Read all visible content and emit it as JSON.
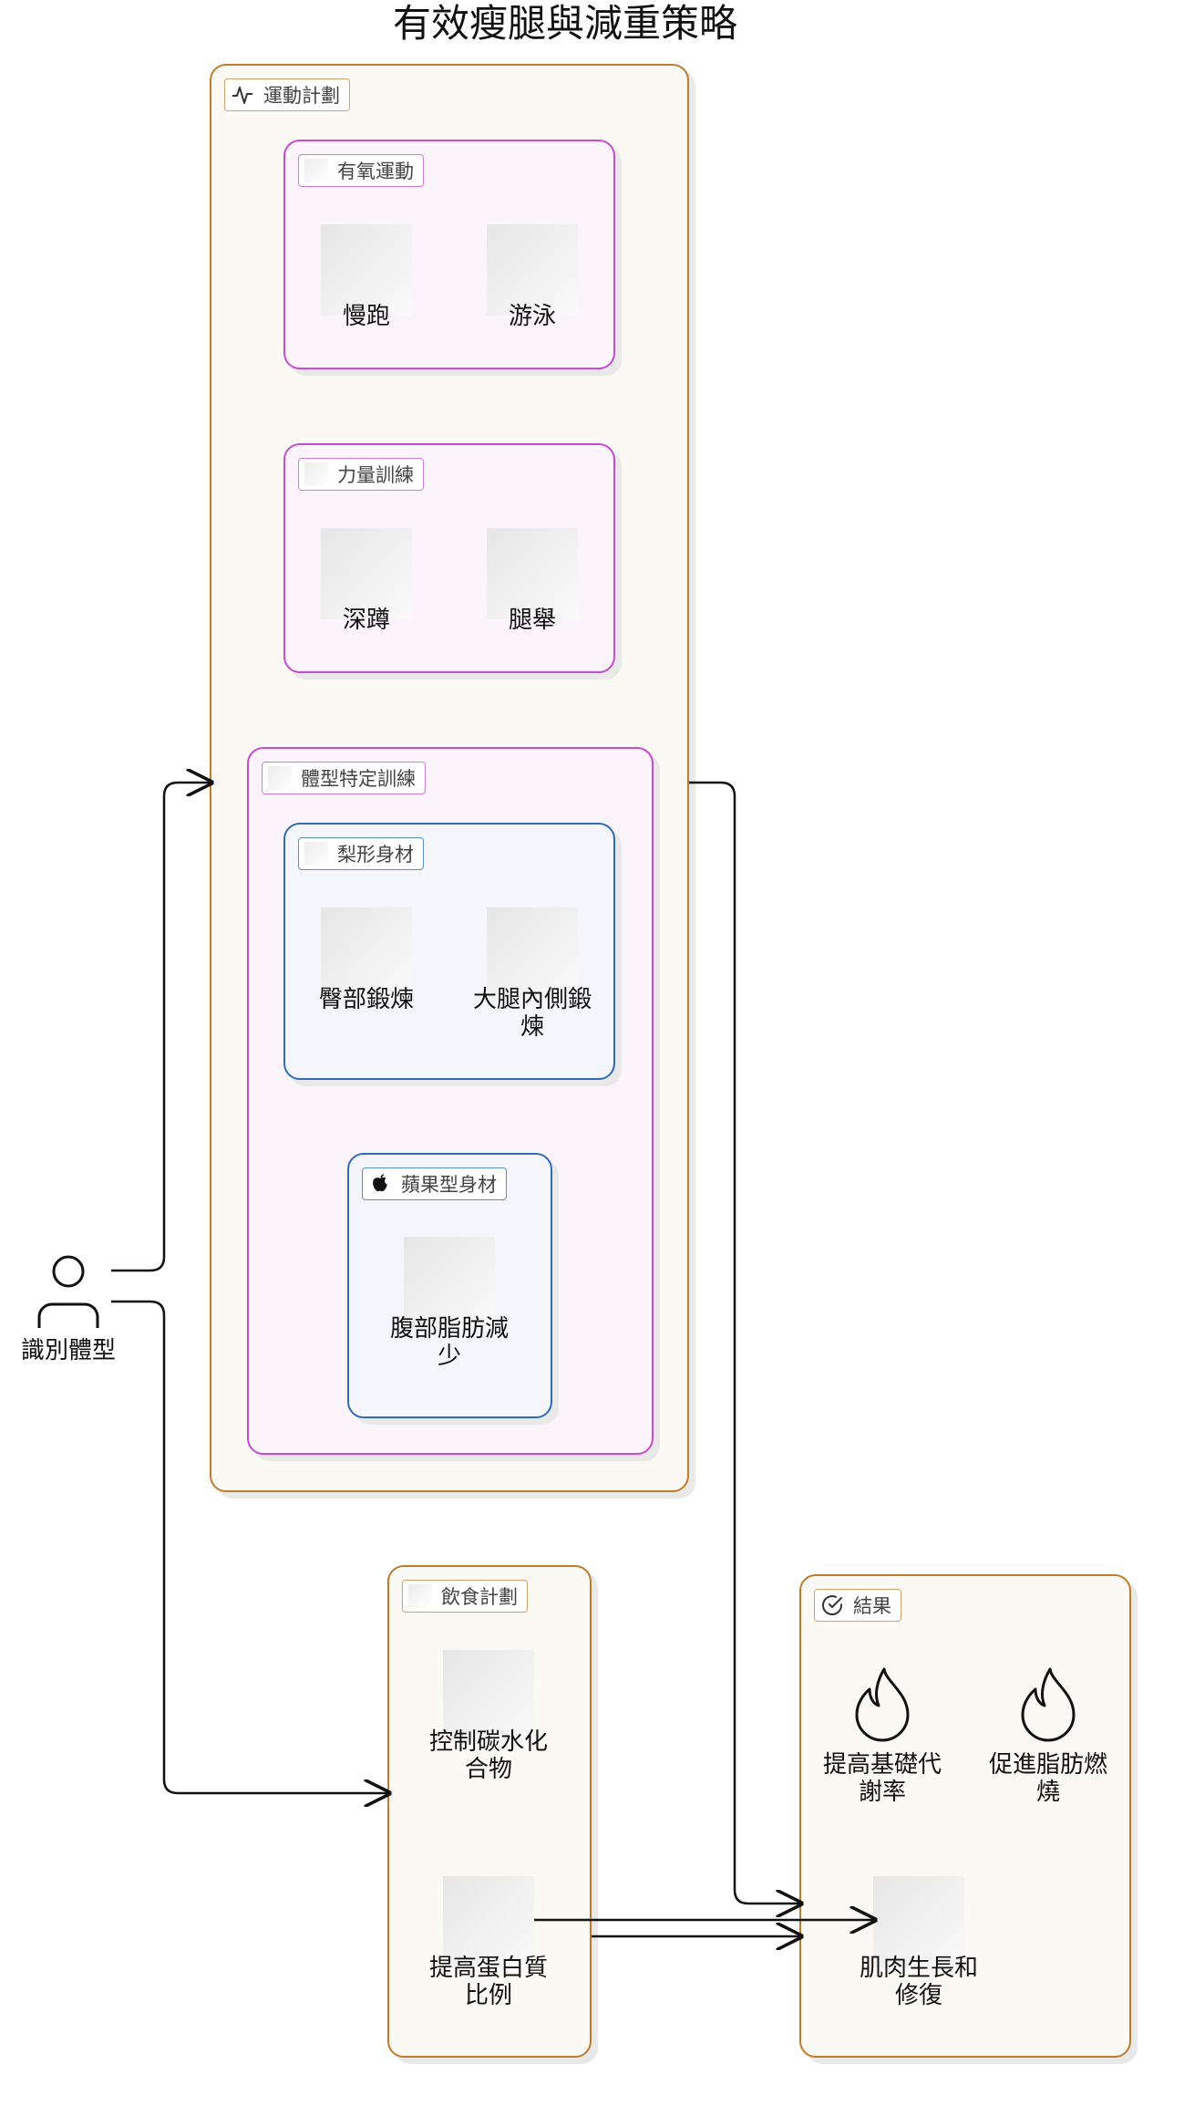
{
  "title": "有效瘦腿與減重策略",
  "actor": {
    "label": "識別體型",
    "icon": "person-icon"
  },
  "exercise": {
    "label": "運動計劃",
    "icon": "activity-pulse-icon",
    "aerobic": {
      "label": "有氧運動",
      "items": [
        "慢跑",
        "游泳"
      ]
    },
    "strength": {
      "label": "力量訓練",
      "items": [
        "深蹲",
        "腿舉"
      ]
    },
    "body_type": {
      "label": "體型特定訓練",
      "pear": {
        "label": "梨形身材",
        "items": [
          "臀部鍛煉",
          "大腿內側鍛\n煉"
        ]
      },
      "apple": {
        "label": "蘋果型身材",
        "icon": "apple-icon",
        "items": [
          "腹部脂肪減\n少"
        ]
      }
    }
  },
  "diet": {
    "label": "飲食計劃",
    "items": [
      "控制碳水化\n合物",
      "提高蛋白質\n比例"
    ]
  },
  "results": {
    "label": "結果",
    "icon": "check-circle-icon",
    "items": [
      "提高基礎代\n謝率",
      "促進脂肪燃\n燒",
      "肌肉生長和\n修復"
    ],
    "item_icons": [
      "flame-icon",
      "flame-icon"
    ]
  },
  "colors": {
    "orange": "#c27b2a",
    "magenta": "#c64bd4",
    "blue": "#2f6bb8"
  }
}
